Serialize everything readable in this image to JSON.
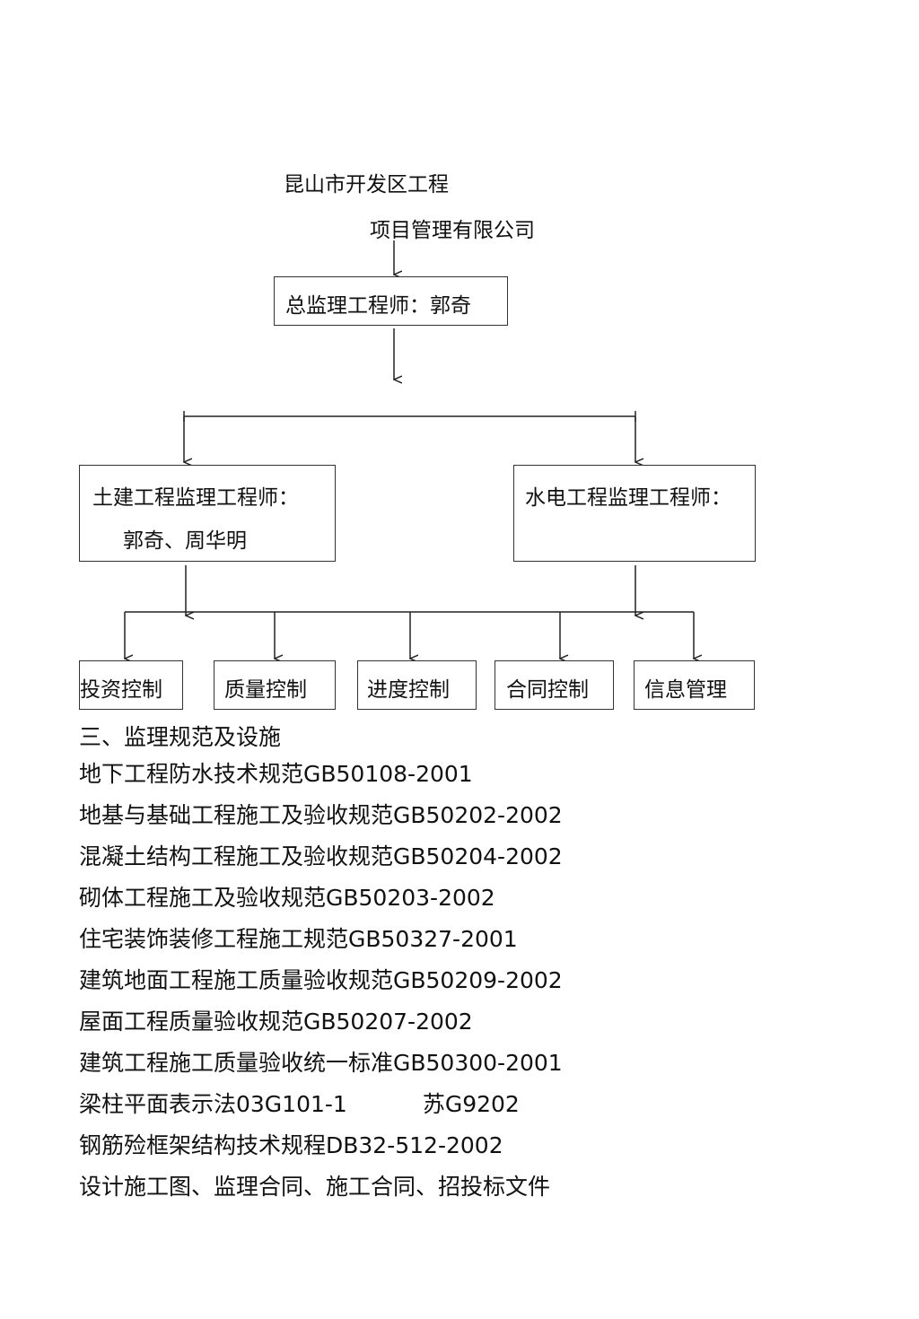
{
  "org_chart": {
    "company_line1": "昆山市开发区工程",
    "company_line2": "项目管理有限公司",
    "chief_box": "总监理工程师：郭奇",
    "civil_box": {
      "line1": "土建工程监理工程师：",
      "line2": "郭奇、周华明"
    },
    "mep_box": {
      "line1": "水电工程监理工程师："
    },
    "controls": [
      "投资控制",
      "质量控制",
      "进度控制",
      "合同控制",
      "信息管理"
    ]
  },
  "section": {
    "title": "三、监理规范及设施",
    "standards": [
      "地下工程防水技术规范GB50108-2001",
      "地基与基础工程施工及验收规范GB50202-2002",
      "混凝土结构工程施工及验收规范GB50204-2002",
      "砌体工程施工及验收规范GB50203-2002",
      "住宅装饰装修工程施工规范GB50327-2001",
      "建筑地面工程施工质量验收规范GB50209-2002",
      "屋面工程质量验收规范GB50207-2002",
      "建筑工程施工质量验收统一标准GB50300-2001",
      {
        "left": "梁柱平面表示法03G101-1",
        "right": "苏G9202"
      },
      "钢筋殓框架结构技术规程DB32-512-2002",
      "设计施工图、监理合同、施工合同、招投标文件"
    ]
  }
}
